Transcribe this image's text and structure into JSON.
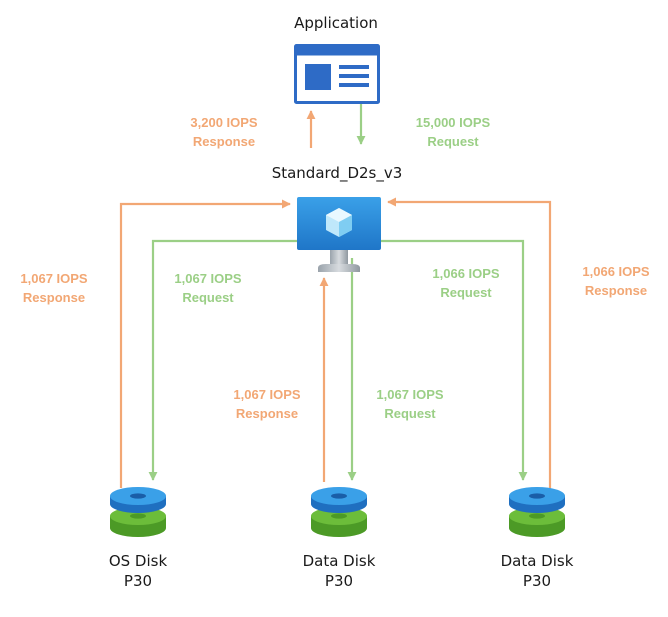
{
  "diagram": {
    "app_title": "Application",
    "vm_title": "Standard_D2s_v3",
    "app_response": {
      "value": "3,200 IOPS",
      "kind": "Response"
    },
    "app_request": {
      "value": "15,000 IOPS",
      "kind": "Request"
    },
    "disks": [
      {
        "name": "OS Disk",
        "tier": "P30",
        "response": {
          "value": "1,067 IOPS",
          "kind": "Response"
        },
        "request": {
          "value": "1,067 IOPS",
          "kind": "Request"
        }
      },
      {
        "name": "Data Disk",
        "tier": "P30",
        "response": {
          "value": "1,067 IOPS",
          "kind": "Response"
        },
        "request": {
          "value": "1,067 IOPS",
          "kind": "Request"
        }
      },
      {
        "name": "Data Disk",
        "tier": "P30",
        "response": {
          "value": "1,066 IOPS",
          "kind": "Response"
        },
        "request": {
          "value": "1,066 IOPS",
          "kind": "Request"
        }
      }
    ],
    "colors": {
      "response": "#f2a774",
      "request": "#9bcf86",
      "azure_blue": "#2e6bc6",
      "disk_top": "#2c8fdb",
      "disk_bottom": "#5fb230"
    },
    "icons": [
      "application-window-icon",
      "virtual-machine-icon",
      "managed-disk-icon"
    ]
  }
}
